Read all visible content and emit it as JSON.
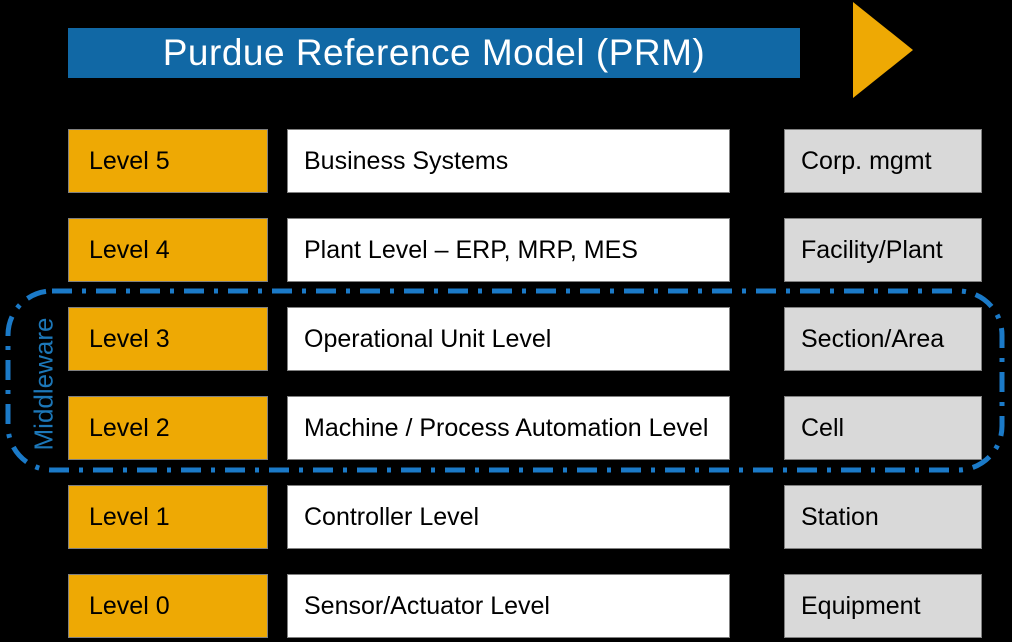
{
  "title": {
    "text": "Purdue Reference Model (PRM)"
  },
  "middleware": {
    "label": "Middleware"
  },
  "rows": [
    {
      "level": "Level 5",
      "description": "Business Systems",
      "scope": "Corp. mgmt",
      "in_middleware": false
    },
    {
      "level": "Level 4",
      "description": "Plant Level – ERP, MRP, MES",
      "scope": "Facility/Plant",
      "in_middleware": false
    },
    {
      "level": "Level 3",
      "description": "Operational Unit Level",
      "scope": "Section/Area",
      "in_middleware": true
    },
    {
      "level": "Level 2",
      "description": "Machine / Process Automation Level",
      "scope": "Cell",
      "in_middleware": true
    },
    {
      "level": "Level 1",
      "description": "Controller Level",
      "scope": "Station",
      "in_middleware": false
    },
    {
      "level": "Level 0",
      "description": "Sensor/Actuator Level",
      "scope": "Equipment",
      "in_middleware": false
    }
  ],
  "colors": {
    "background": "#000000",
    "title_bar_blue": "#1168A5",
    "accent_orange": "#EEA904",
    "middleware_blue": "#1B7AC8",
    "middleware_text_blue": "#1C77B8",
    "scope_gray": "#D9D9D9",
    "box_border_gray": "#808080"
  }
}
